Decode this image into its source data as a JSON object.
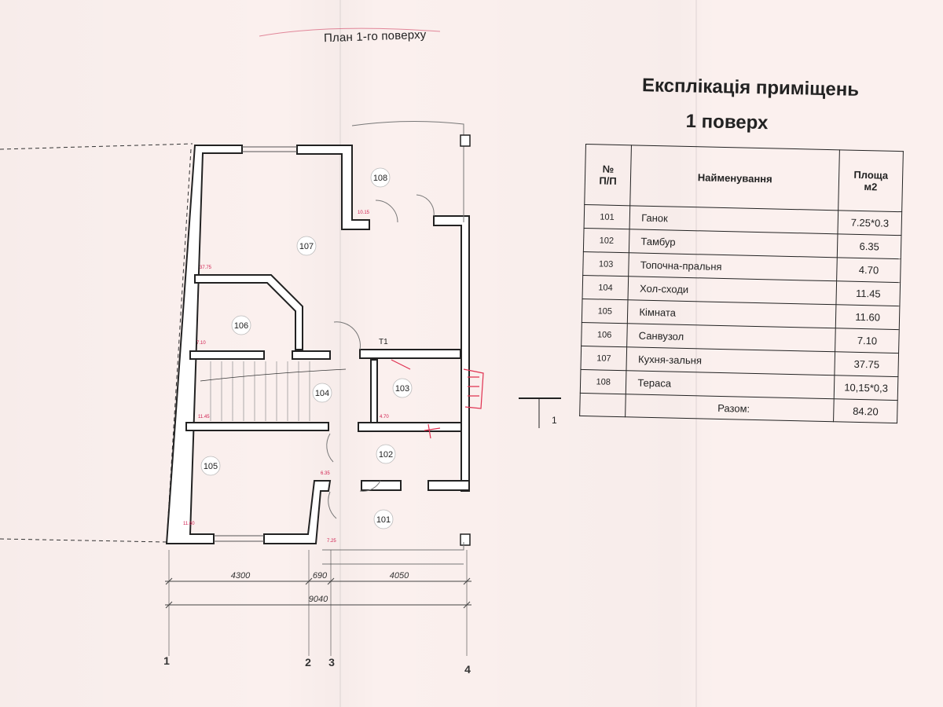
{
  "plan": {
    "title": "План 1-го поверху",
    "rooms": [
      {
        "id": "101",
        "label": "101"
      },
      {
        "id": "102",
        "label": "102"
      },
      {
        "id": "103",
        "label": "103"
      },
      {
        "id": "104",
        "label": "104"
      },
      {
        "id": "105",
        "label": "105"
      },
      {
        "id": "106",
        "label": "106"
      },
      {
        "id": "107",
        "label": "107"
      },
      {
        "id": "108",
        "label": "108"
      }
    ],
    "small_area_labels": [
      "37.75",
      "7.10",
      "11.45",
      "4.70",
      "6.35",
      "11.60",
      "7.25",
      "10.15"
    ],
    "dimensions": {
      "d1": "4300",
      "d2": "690",
      "d3": "4050",
      "total": "9040"
    },
    "axes": [
      "1",
      "2",
      "3",
      "4"
    ],
    "section_marker": "1"
  },
  "explication": {
    "title": "Експлікація приміщень",
    "subtitle": "1 поверх",
    "header": {
      "num": "№\nП/П",
      "name": "Найменування",
      "area": "Площа\nм2"
    },
    "rows": [
      {
        "num": "101",
        "name": "Ганок",
        "area": "7.25*0.3"
      },
      {
        "num": "102",
        "name": "Тамбур",
        "area": "6.35"
      },
      {
        "num": "103",
        "name": "Топочна-пральня",
        "area": "4.70"
      },
      {
        "num": "104",
        "name": "Хол-сходи",
        "area": "11.45"
      },
      {
        "num": "105",
        "name": "Кімната",
        "area": "11.60"
      },
      {
        "num": "106",
        "name": "Санвузол",
        "area": "7.10"
      },
      {
        "num": "107",
        "name": "Кухня-зальня",
        "area": "37.75"
      },
      {
        "num": "108",
        "name": "Тераса",
        "area": "10,15*0,3"
      }
    ],
    "total_label": "Разом:",
    "total_value": "84.20"
  }
}
